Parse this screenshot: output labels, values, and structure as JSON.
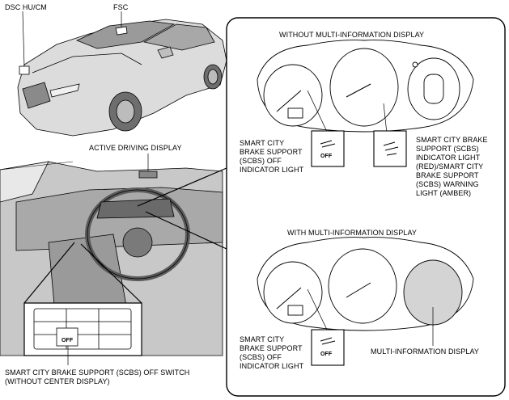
{
  "labels": {
    "dsc_hu_cm": "DSC HU/CM",
    "fsc": "FSC",
    "active_driving_display": "ACTIVE DRIVING DISPLAY",
    "without_mid": "WITHOUT MULTI-INFORMATION DISPLAY",
    "with_mid": "WITH MULTI-INFORMATION DISPLAY",
    "scbs_off_light_top": "SMART CITY\nBRAKE SUPPORT\n(SCBS) OFF\nINDICATOR LIGHT",
    "scbs_indicator_warning": "SMART CITY BRAKE\nSUPPORT (SCBS)\nINDICATOR LIGHT\n(RED)/SMART CITY\nBRAKE SUPPORT\n(SCBS)  WARNING\nLIGHT (AMBER)",
    "scbs_off_light_bottom": "SMART CITY\nBRAKE SUPPORT\n(SCBS) OFF\nINDICATOR LIGHT",
    "multi_information_display": "MULTI-INFORMATION DISPLAY",
    "scbs_off_switch": "SMART CITY BRAKE SUPPORT (SCBS) OFF SWITCH\n(WITHOUT CENTER DISPLAY)",
    "off_icon_text": "OFF"
  },
  "colors": {
    "line": "#000000",
    "panel_border": "#000000",
    "car_body": "#d9d9d9",
    "interior": "#bdbdbd",
    "mid_screen": "#d4d4d4"
  }
}
